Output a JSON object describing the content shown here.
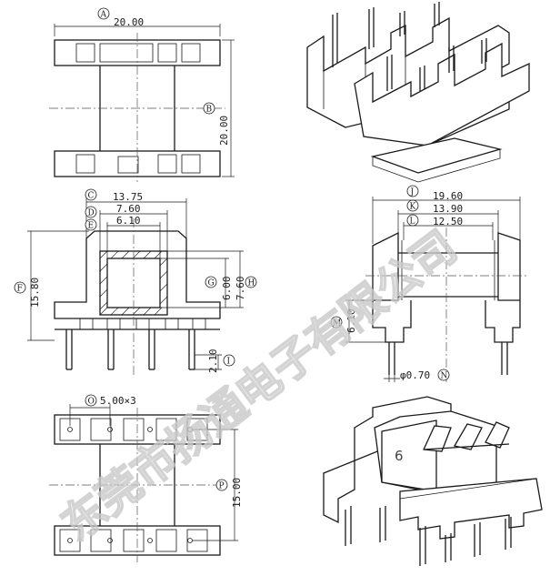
{
  "dimensions": {
    "A": {
      "letter": "A",
      "value": "20.00"
    },
    "B": {
      "letter": "B",
      "value": "20.00"
    },
    "C": {
      "letter": "C",
      "value": "13.75"
    },
    "D": {
      "letter": "D",
      "value": "7.60"
    },
    "E": {
      "letter": "E",
      "value": "6.10"
    },
    "F": {
      "letter": "F",
      "value": "15.80"
    },
    "G": {
      "letter": "G",
      "value": "6.00"
    },
    "H": {
      "letter": "H",
      "value": "7.60"
    },
    "I": {
      "letter": "I",
      "value": "2.10"
    },
    "J": {
      "letter": "J",
      "value": "19.60"
    },
    "K": {
      "letter": "K",
      "value": "13.90"
    },
    "L": {
      "letter": "L",
      "value": "12.50"
    },
    "M": {
      "letter": "M",
      "value": "6.10"
    },
    "N": {
      "letter": "N",
      "value": "φ0.70"
    },
    "O": {
      "letter": "O",
      "value": "5.00×3"
    },
    "P": {
      "letter": "P",
      "value": "15.00"
    }
  },
  "pin_number": "6",
  "watermark": "东莞市扬通电子有限公司"
}
